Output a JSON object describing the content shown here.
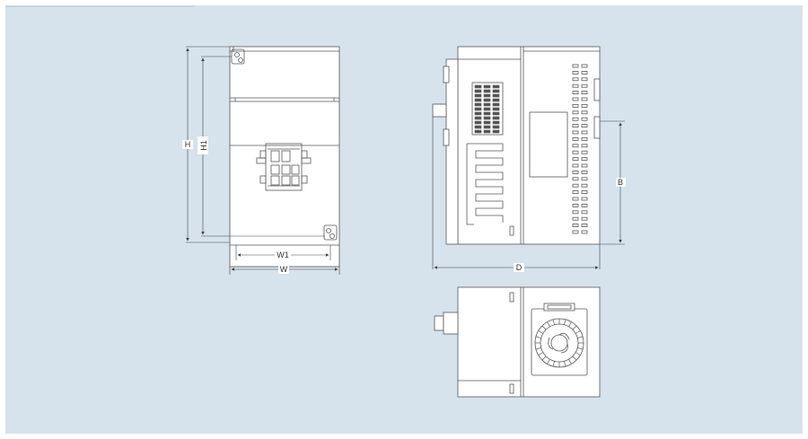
{
  "diagram": {
    "colors": {
      "background": "#d6e2ec",
      "body_fill": "#ffffff",
      "line": "#555555",
      "dim_line": "#444444"
    },
    "labels": {
      "height": "H",
      "height_inner": "H1",
      "width_inner": "W1",
      "width": "W",
      "depth": "D",
      "mount_depth": "B"
    }
  }
}
